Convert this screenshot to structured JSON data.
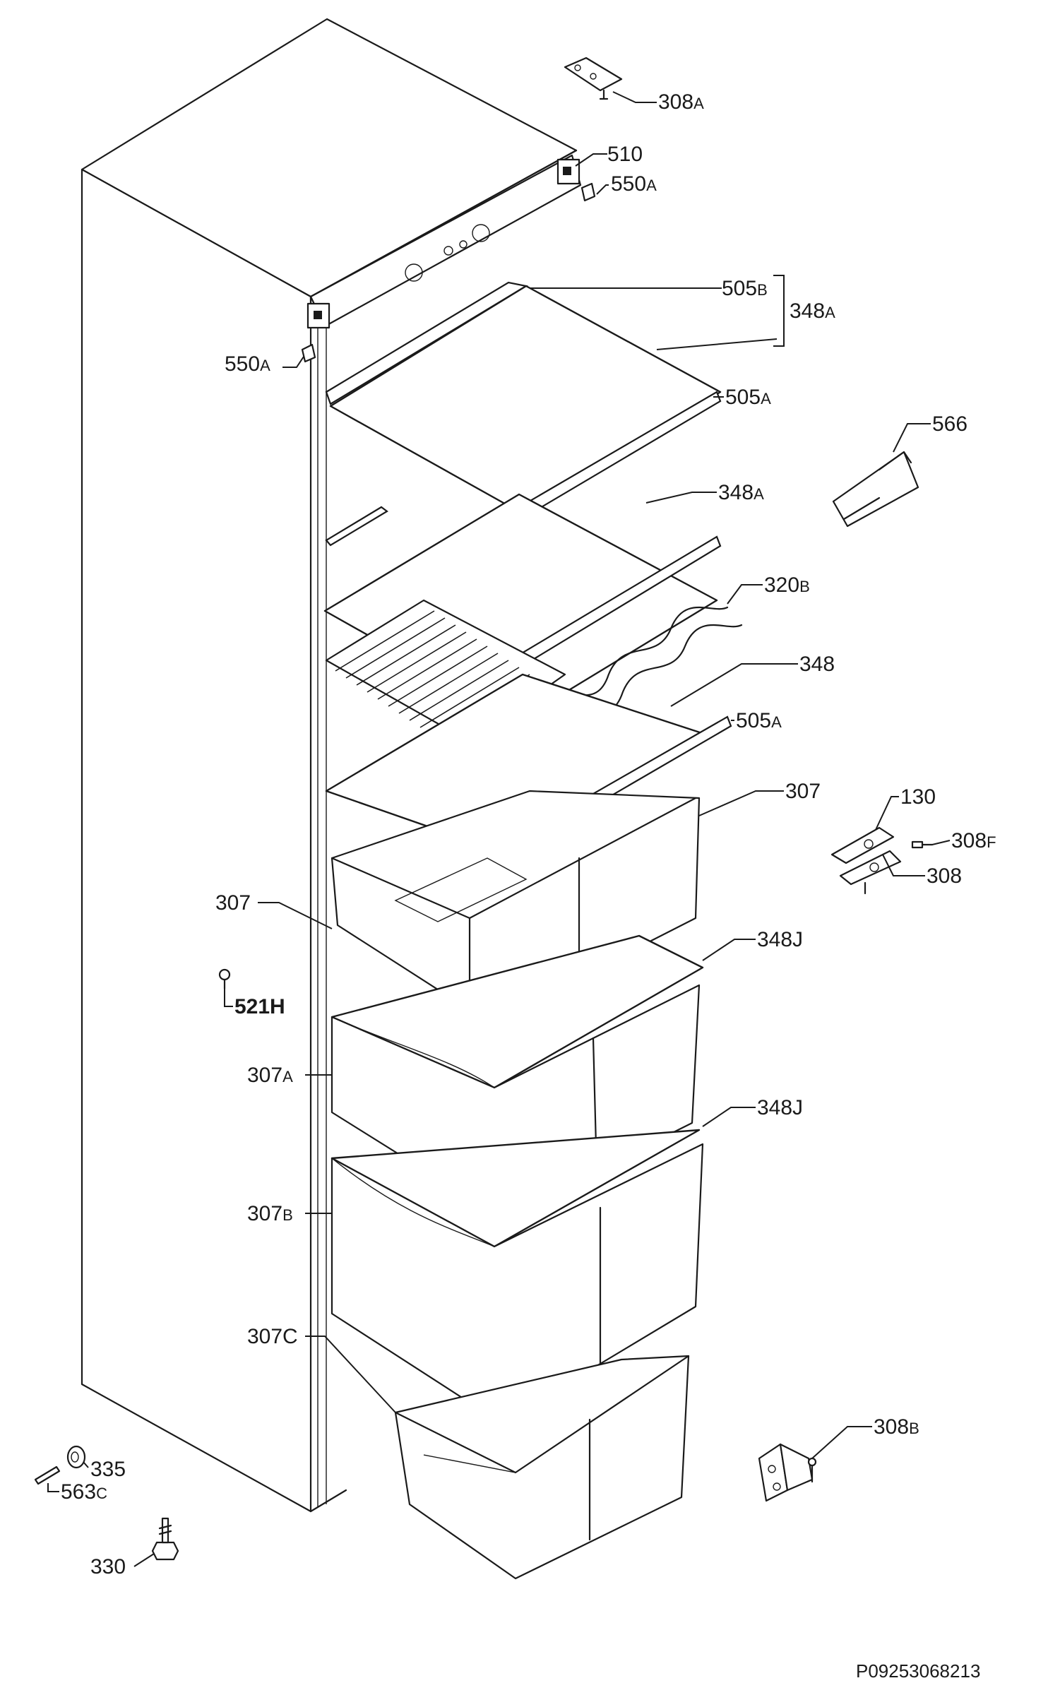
{
  "callouts": {
    "c308A": {
      "main": "308",
      "sub": "A"
    },
    "c510": {
      "main": "510",
      "sub": ""
    },
    "c550A_right": {
      "main": "550",
      "sub": "A"
    },
    "c550A_left": {
      "main": "550",
      "sub": "A"
    },
    "c505B": {
      "main": "505",
      "sub": "B"
    },
    "c348A_group": {
      "main": "348",
      "sub": "A"
    },
    "c505A_top": {
      "main": "505",
      "sub": "A"
    },
    "c566": {
      "main": "566",
      "sub": ""
    },
    "c348A": {
      "main": "348",
      "sub": "A"
    },
    "c320B": {
      "main": "320",
      "sub": "B"
    },
    "c348": {
      "main": "348",
      "sub": ""
    },
    "c505A_mid": {
      "main": "505",
      "sub": "A"
    },
    "c307_right": {
      "main": "307",
      "sub": ""
    },
    "c130": {
      "main": "130",
      "sub": ""
    },
    "c308F": {
      "main": "308",
      "sub": "F"
    },
    "c308": {
      "main": "308",
      "sub": ""
    },
    "c307_left": {
      "main": "307",
      "sub": ""
    },
    "c348J_top": {
      "main": "348J",
      "sub": ""
    },
    "c521H": {
      "main": "521H",
      "sub": ""
    },
    "c307A": {
      "main": "307",
      "sub": "A"
    },
    "c348J_bottom": {
      "main": "348J",
      "sub": ""
    },
    "c307B": {
      "main": "307",
      "sub": "B"
    },
    "c307C": {
      "main": "307C",
      "sub": ""
    },
    "c308B": {
      "main": "308",
      "sub": "B"
    },
    "c335": {
      "main": "335",
      "sub": ""
    },
    "c563C": {
      "main": "563",
      "sub": "C"
    },
    "c330": {
      "main": "330",
      "sub": ""
    }
  },
  "reference_code": "P09253068213"
}
